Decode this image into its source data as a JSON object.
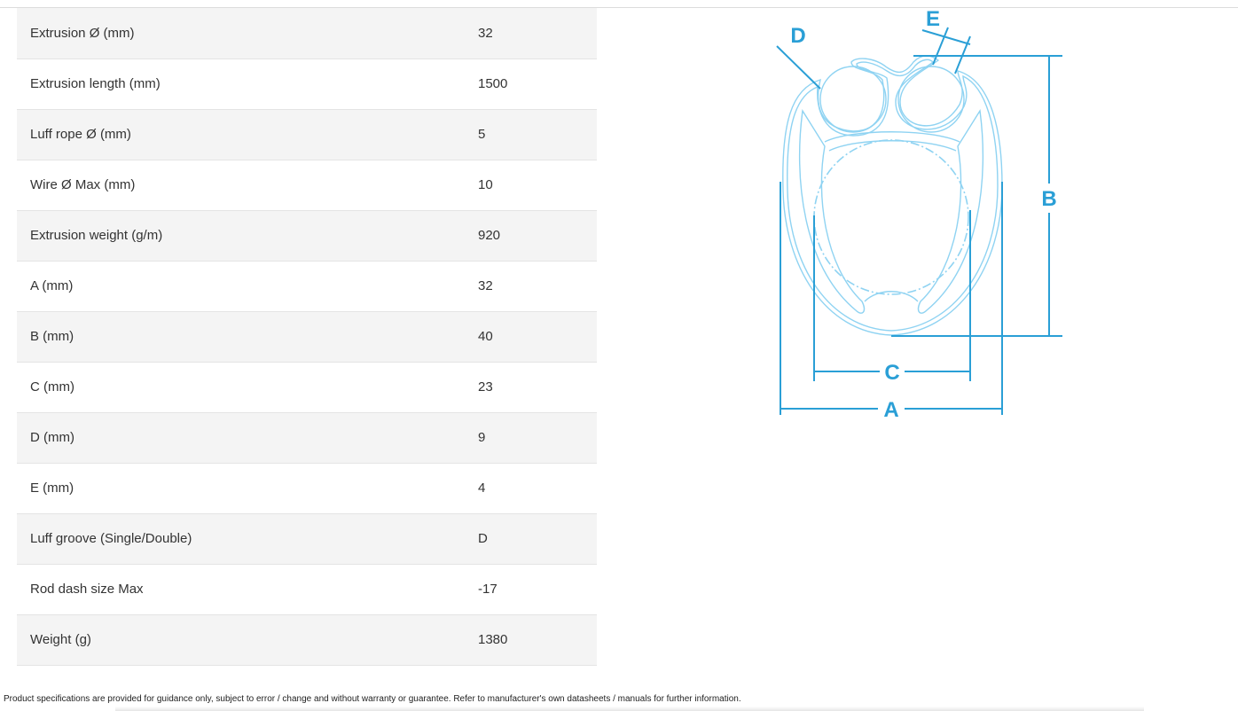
{
  "specs": {
    "rows": [
      {
        "label": "Extrusion Ø (mm)",
        "value": "32"
      },
      {
        "label": "Extrusion length (mm)",
        "value": "1500"
      },
      {
        "label": "Luff rope Ø (mm)",
        "value": "5"
      },
      {
        "label": "Wire Ø Max (mm)",
        "value": "10"
      },
      {
        "label": "Extrusion weight (g/m)",
        "value": "920"
      },
      {
        "label": "A (mm)",
        "value": "32"
      },
      {
        "label": "B (mm)",
        "value": "40"
      },
      {
        "label": "C (mm)",
        "value": "23"
      },
      {
        "label": "D (mm)",
        "value": "9"
      },
      {
        "label": "E (mm)",
        "value": "4"
      },
      {
        "label": "Luff groove (Single/Double)",
        "value": "D"
      },
      {
        "label": "Rod dash size Max",
        "value": "-17"
      },
      {
        "label": "Weight (g)",
        "value": "1380"
      }
    ]
  },
  "diagram": {
    "labels": {
      "a": "A",
      "b": "B",
      "c": "C",
      "d": "D",
      "e": "E"
    },
    "colors": {
      "dimension": "#2a9fd6",
      "outline": "#8fd3f2"
    }
  },
  "footer": {
    "disclaimer": "Product specifications are provided for guidance only, subject to error / change and without warranty or guarantee. Refer to manufacturer's own datasheets / manuals for further information."
  }
}
